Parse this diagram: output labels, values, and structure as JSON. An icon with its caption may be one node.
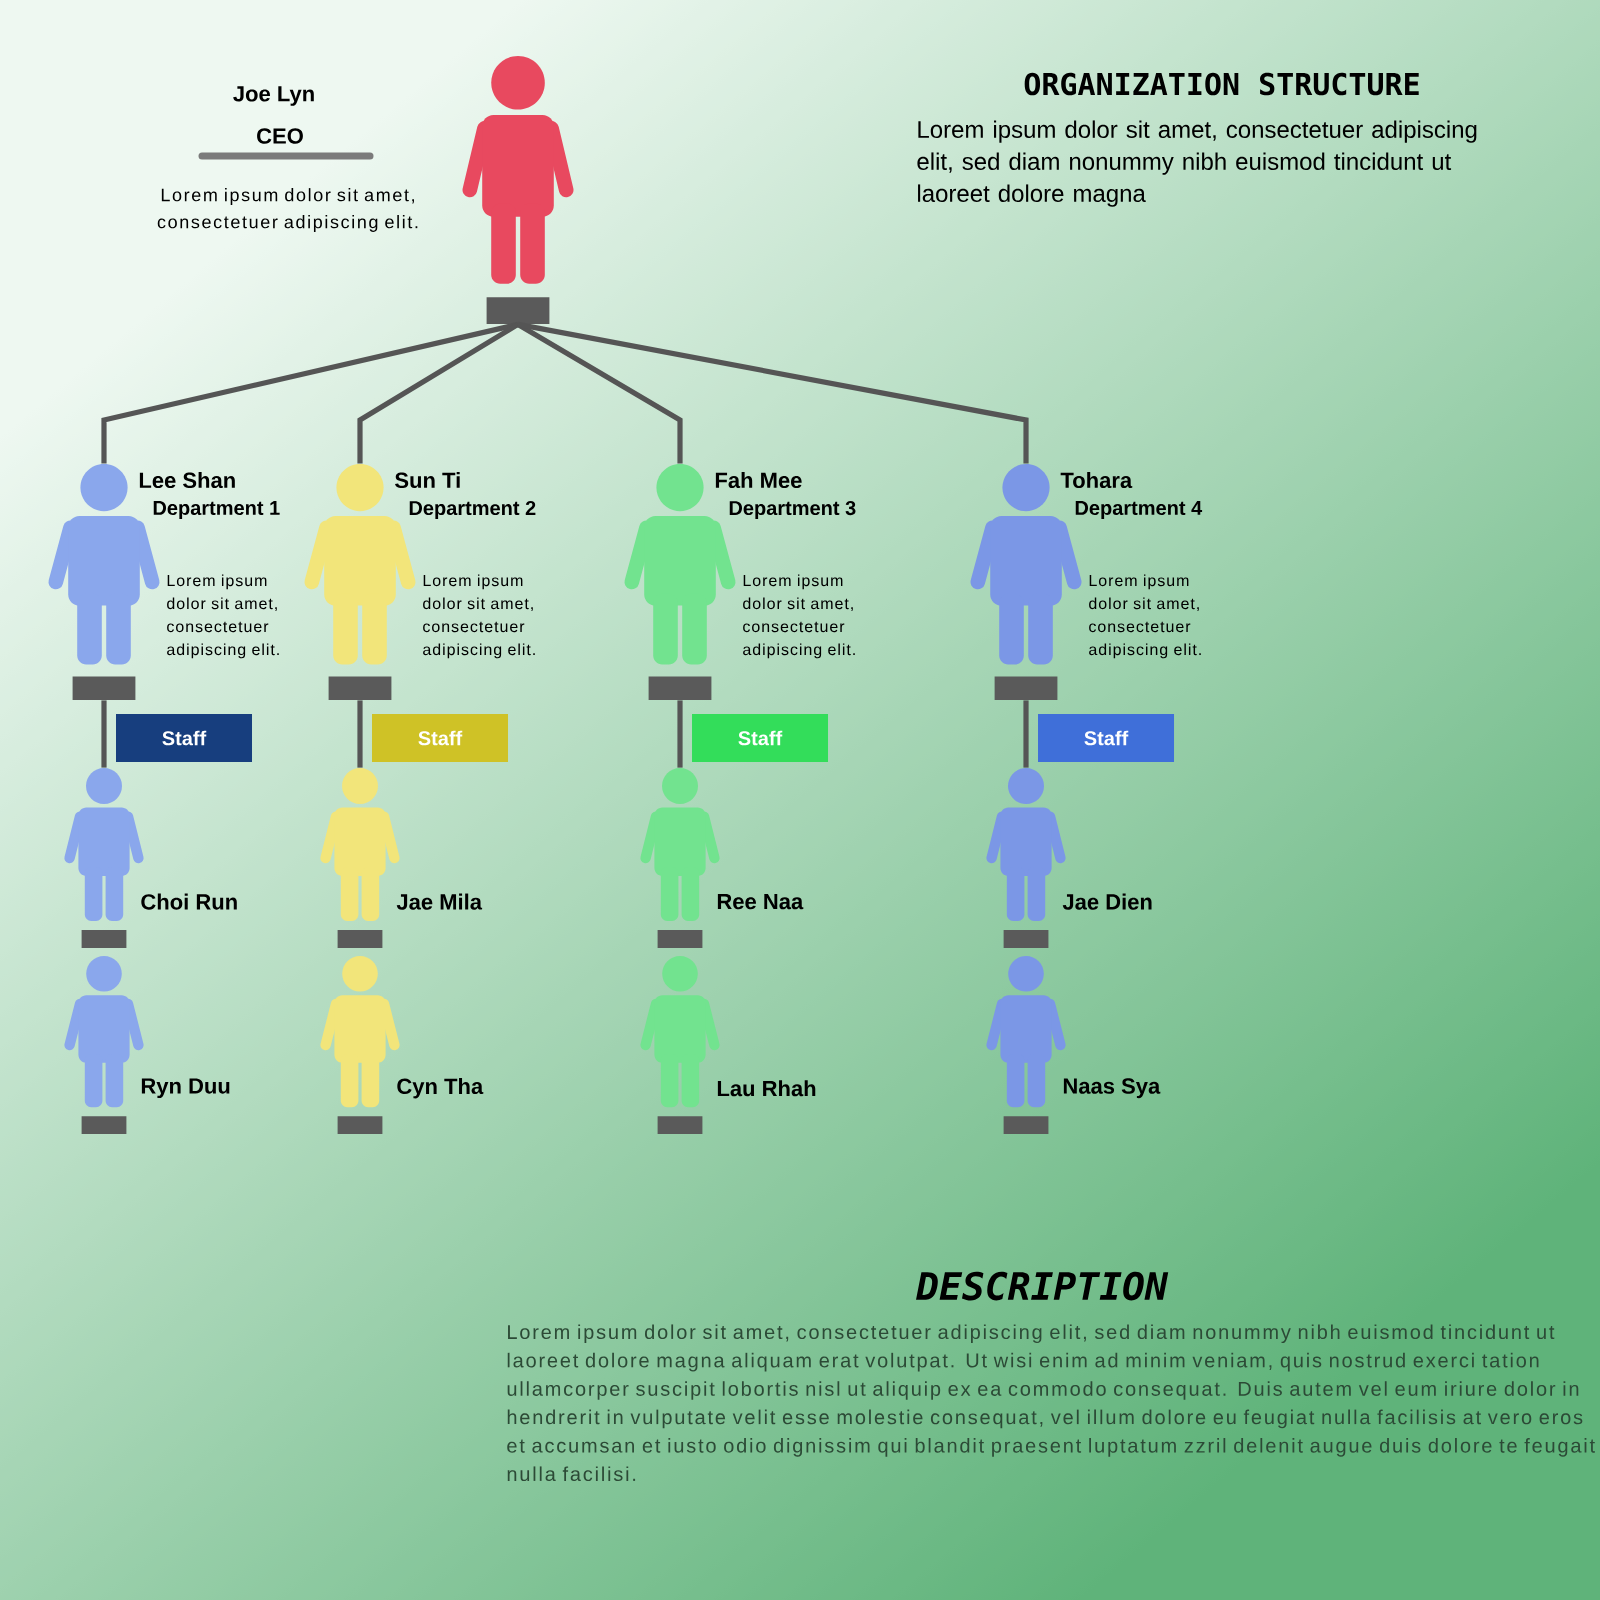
{
  "diagram": {
    "title": "ORGANIZATION STRUCTURE",
    "nodes": [
      {
        "text": [],
        "shape": "person",
        "beside": [
          "Joe Lyn",
          "CEO",
          "Lorem ipsum dolor sit amet, consectetuer adipiscing elit."
        ]
      },
      {
        "text": [],
        "shape": "person",
        "beside": [
          "Lee Shan",
          "Department 1",
          "Lorem ipsum dolor sit amet, consectetuer adipiscing elit."
        ]
      },
      {
        "text": [],
        "shape": "person",
        "beside": [
          "Sun Ti",
          "Department 2",
          "Lorem ipsum dolor sit amet, consectetuer adipiscing elit."
        ]
      },
      {
        "text": [],
        "shape": "person",
        "beside": [
          "Fah Mee",
          "Department 3",
          "Lorem ipsum dolor sit amet, consectetuer adipiscing elit."
        ]
      },
      {
        "text": [],
        "shape": "person",
        "beside": [
          "Tohara",
          "Department 4",
          "Lorem ipsum dolor sit amet, consectetuer adipiscing elit."
        ]
      },
      {
        "text": [
          "Staff"
        ]
      },
      {
        "text": [
          "Staff"
        ]
      },
      {
        "text": [
          "Staff"
        ]
      },
      {
        "text": [
          "Staff"
        ]
      },
      {
        "text": [],
        "shape": "person",
        "beside": [
          "Choi Run"
        ]
      },
      {
        "text": [],
        "shape": "person",
        "beside": [
          "Ryn Duu"
        ]
      },
      {
        "text": [],
        "shape": "person",
        "beside": [
          "Jae Mila"
        ]
      },
      {
        "text": [],
        "shape": "person",
        "beside": [
          "Cyn Tha"
        ]
      },
      {
        "text": [],
        "shape": "person",
        "beside": [
          "Ree Naa"
        ]
      },
      {
        "text": [],
        "shape": "person",
        "beside": [
          "Lau Rhah"
        ]
      },
      {
        "text": [],
        "shape": "person",
        "beside": [
          "Jae Dien"
        ]
      },
      {
        "text": [],
        "shape": "person",
        "beside": [
          "Naas Sya"
        ]
      }
    ],
    "edges": [
      {
        "from": 0,
        "to": 1,
        "arrow": "none"
      },
      {
        "from": 0,
        "to": 2,
        "arrow": "none"
      },
      {
        "from": 0,
        "to": 3,
        "arrow": "none"
      },
      {
        "from": 0,
        "to": 4,
        "arrow": "none"
      },
      {
        "from": 1,
        "to": 9,
        "arrow": "none"
      },
      {
        "from": 2,
        "to": 11,
        "arrow": "none"
      },
      {
        "from": 3,
        "to": 13,
        "arrow": "none"
      },
      {
        "from": 4,
        "to": 15,
        "arrow": "none"
      }
    ],
    "labels": [
      "Lorem ipsum dolor sit amet, consectetuer adipiscing elit, sed diam nonummy nibh euismod tincidunt ut laoreet dolore magna",
      "DESCRIPTION",
      "Lorem ipsum dolor sit amet, consectetuer adipiscing elit, sed diam nonummy nibh euismod tincidunt ut laoreet dolore magna aliquam erat volutpat. Ut wisi enim ad minim veniam, quis nostrud exerci tation ullamcorper suscipit lobortis nisl ut aliquip ex ea commodo consequat. Duis autem vel eum iriure dolor in hendrerit in vulputate velit esse molestie consequat, vel illum dolore eu feugiat nulla facilisis at vero eros et accumsan et iusto odio dignissim qui blandit praesent luptatum zzril delenit augue duis dolore te feugait nulla facilisi."
    ]
  }
}
